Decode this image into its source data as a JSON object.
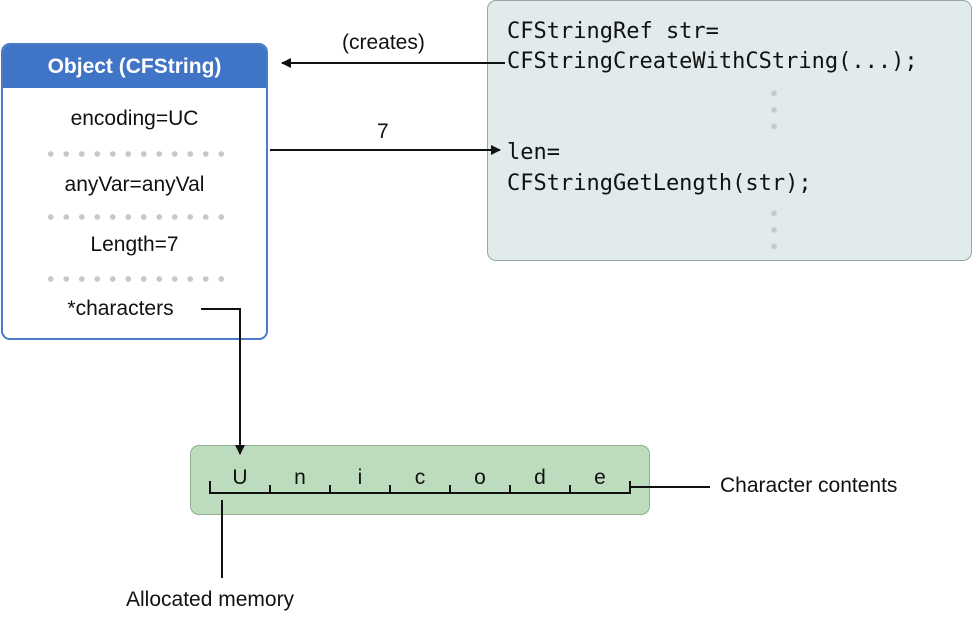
{
  "object_box": {
    "title": "Object (CFString)",
    "fields": [
      "encoding=UC",
      "anyVar=anyVal",
      "Length=7",
      "*characters"
    ]
  },
  "code_box": {
    "lines": [
      "CFStringRef str=",
      "CFStringCreateWithCString(...);",
      "len=",
      "CFStringGetLength(str);"
    ]
  },
  "arrows": {
    "creates_label": "(creates)",
    "length_label": "7"
  },
  "memory": {
    "characters": [
      "U",
      "n",
      "i",
      "c",
      "o",
      "d",
      "e"
    ],
    "contents_label": "Character contents",
    "allocated_label": "Allocated memory"
  }
}
